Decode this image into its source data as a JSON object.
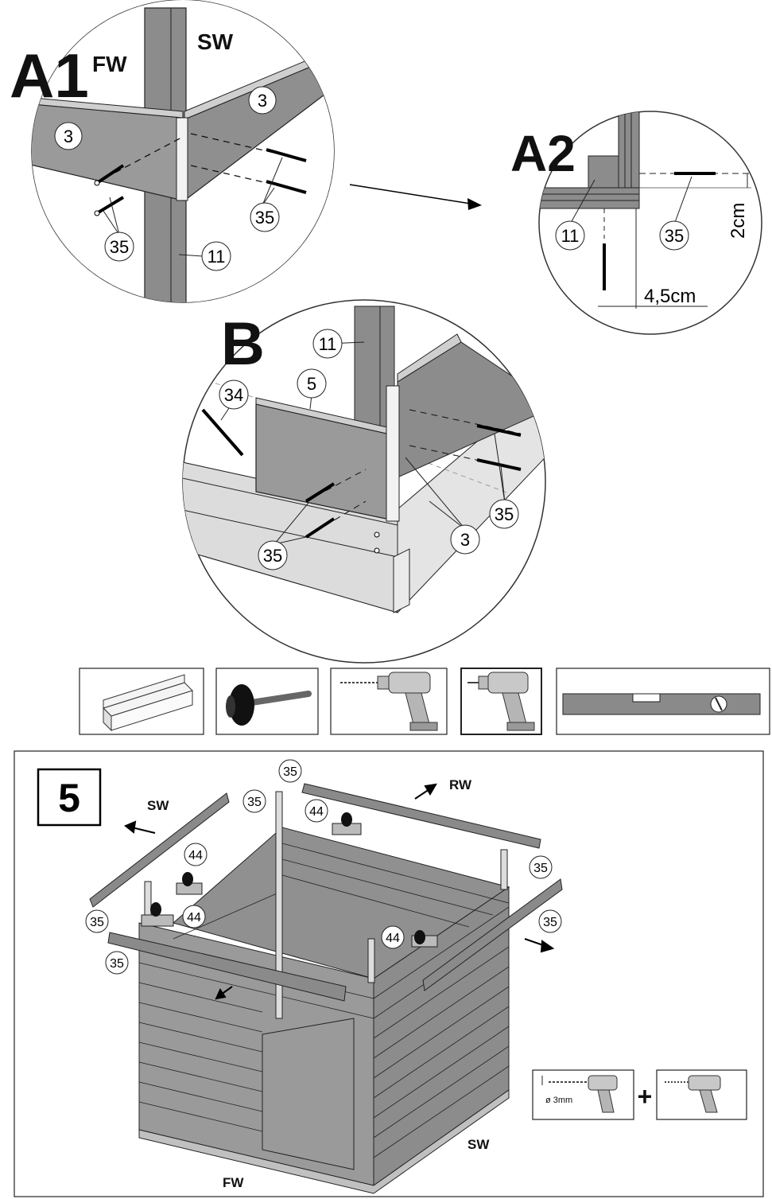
{
  "detail_a1": {
    "title": "A1",
    "wall_front": "FW",
    "wall_side": "SW",
    "part_board": "3",
    "part_post": "11",
    "part_screw": "35"
  },
  "detail_a2": {
    "title": "A2",
    "part_post": "11",
    "part_screw": "35",
    "dim_vertical": "2cm",
    "dim_horizontal": "4,5cm"
  },
  "detail_b": {
    "title": "B",
    "part_post": "11",
    "part_screw_angled": "34",
    "part_board_short": "5",
    "part_screw": "35",
    "part_board": "3"
  },
  "tools": [
    {
      "name": "wood-block-icon"
    },
    {
      "name": "rubber-mallet-icon"
    },
    {
      "name": "drill-icon"
    },
    {
      "name": "screwdriver-drill-icon"
    },
    {
      "name": "spirit-level-icon"
    }
  ],
  "step": {
    "number": "5",
    "wall_rear": "RW",
    "wall_side_left": "SW",
    "wall_side_right": "SW",
    "wall_front": "FW",
    "part_screw": "35",
    "part_clamp": "44",
    "drill_diameter": "ø 3mm",
    "plus": "+"
  }
}
